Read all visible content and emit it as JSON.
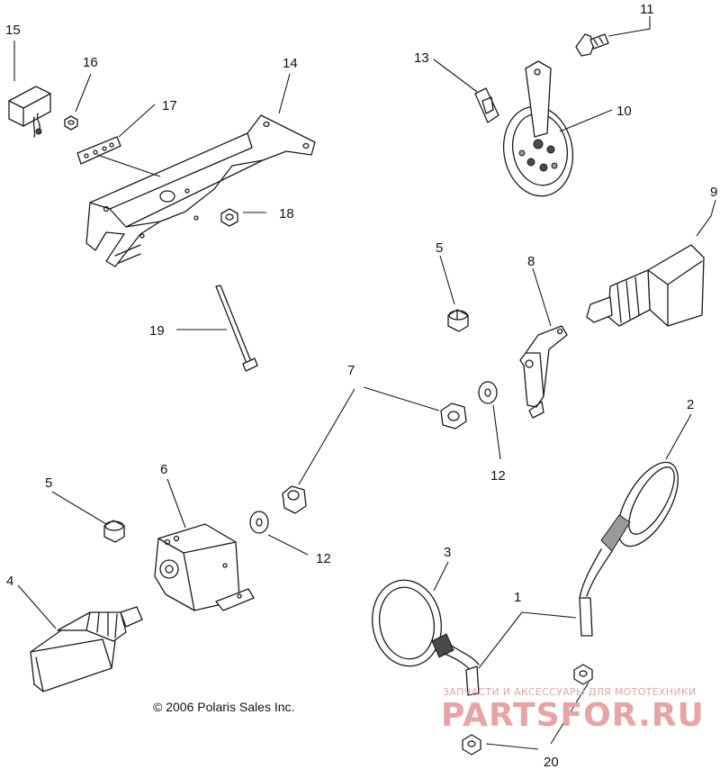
{
  "callouts": {
    "c1": "1",
    "c2": "2",
    "c3": "3",
    "c4": "4",
    "c5a": "5",
    "c5b": "5",
    "c6": "6",
    "c7": "7",
    "c8": "8",
    "c9": "9",
    "c10": "10",
    "c11": "11",
    "c12a": "12",
    "c12b": "12",
    "c13": "13",
    "c14": "14",
    "c15": "15",
    "c16": "16",
    "c17": "17",
    "c18": "18",
    "c19": "19",
    "c20": "20"
  },
  "copyright": "© 2006 Polaris Sales Inc.",
  "watermark": {
    "tagline": "ЗАПЧАСТИ И АКСЕССУАРЫ ДЛЯ МОТОТЕХНИКИ",
    "brand": "PARTSFOR.RU"
  }
}
